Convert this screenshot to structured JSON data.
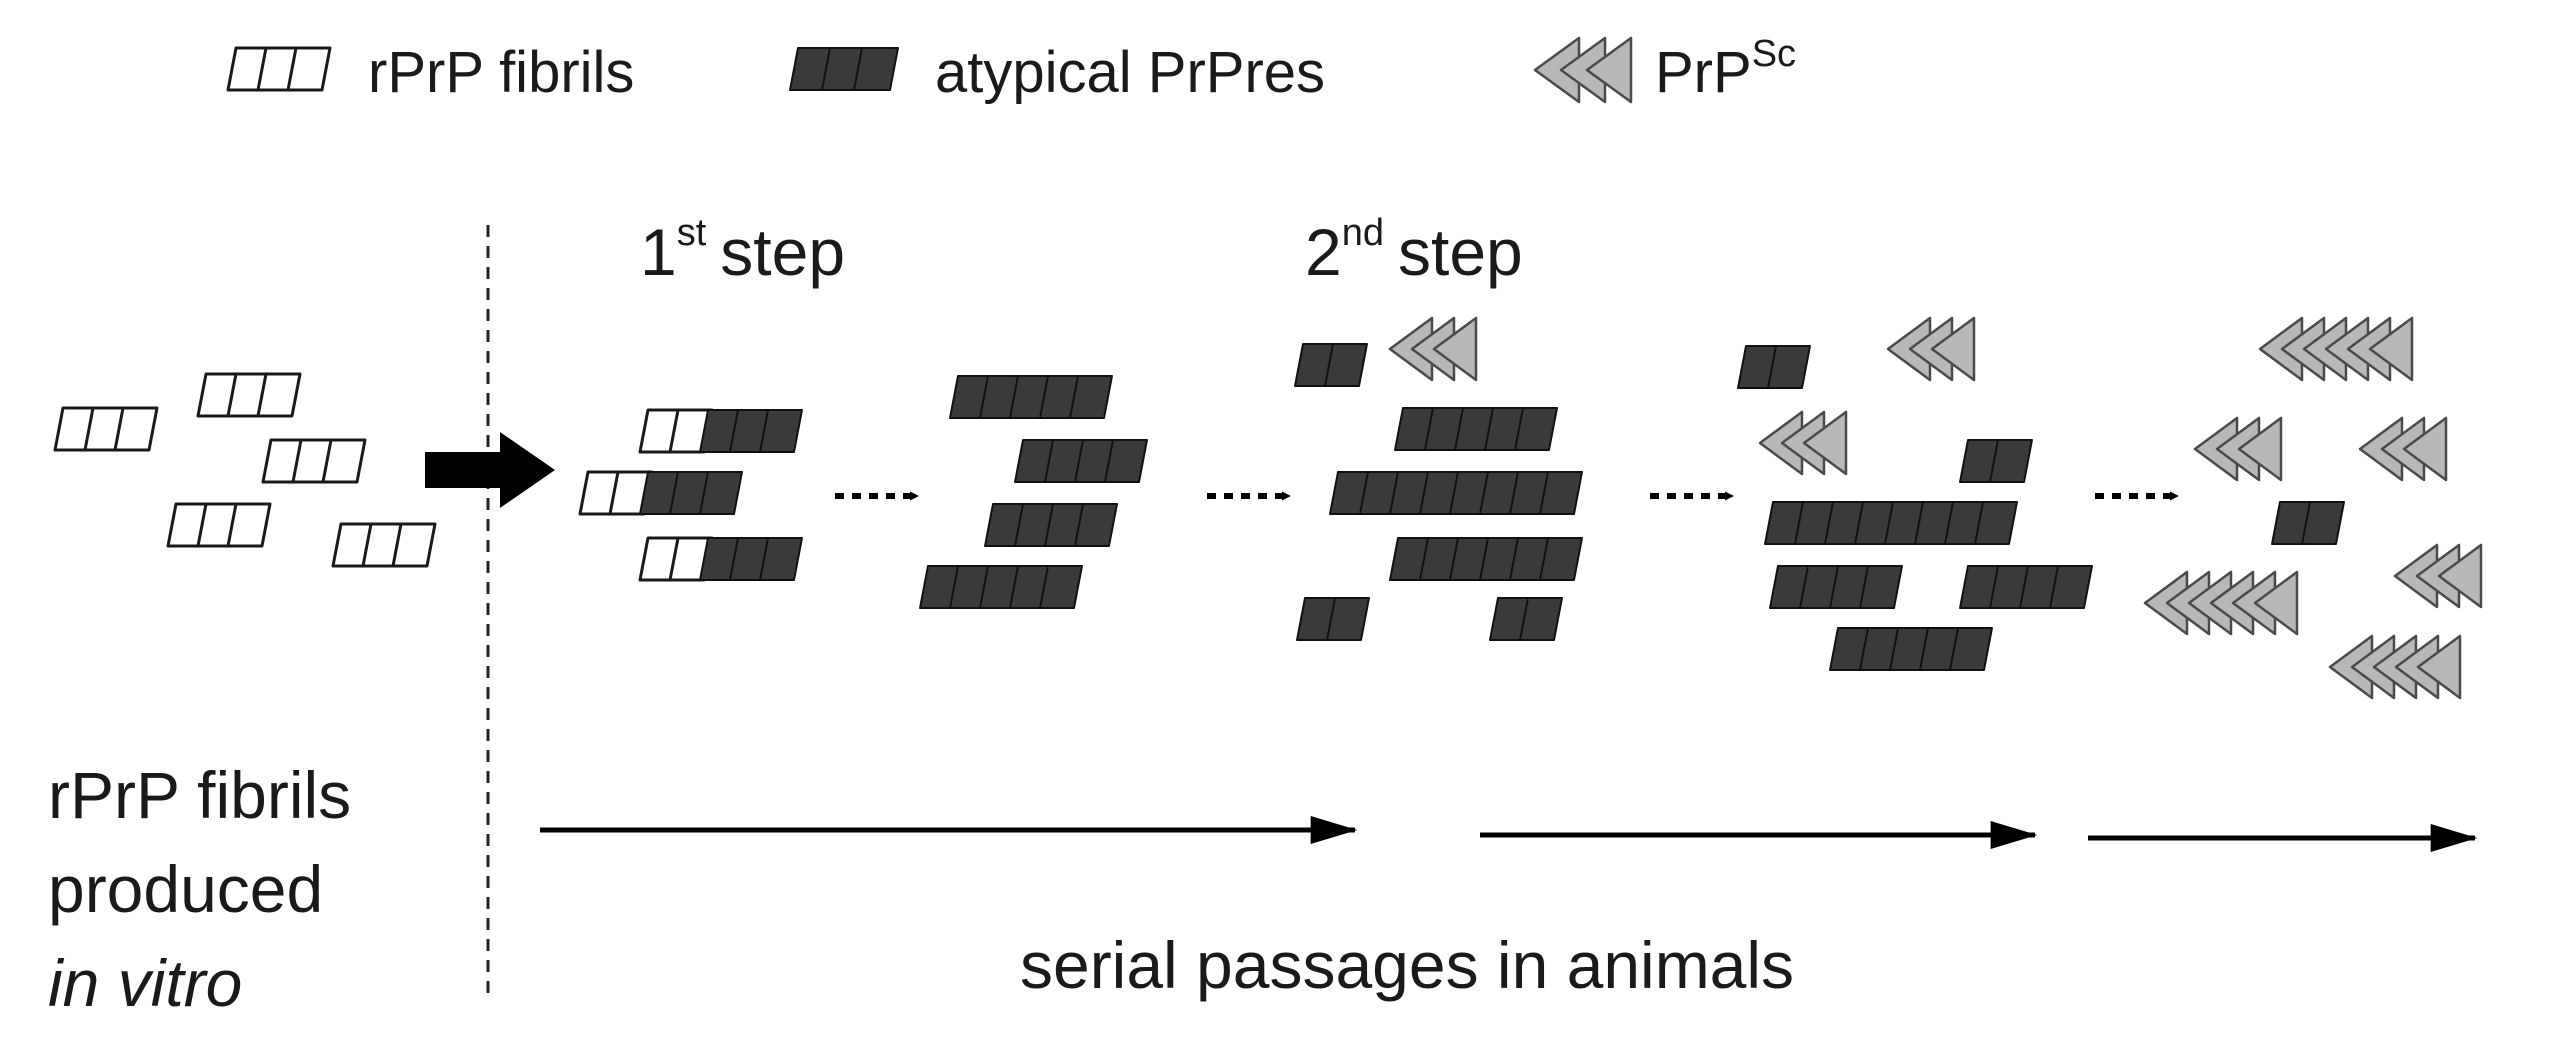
{
  "legend": {
    "rprp_fibrils": "rPrP fibrils",
    "atypical_prpres": "atypical PrPres",
    "prpsc_base": "PrP",
    "prpsc_sup": "Sc"
  },
  "steps": {
    "first_num": "1",
    "first_sup": "st",
    "first_word": "step",
    "second_num": "2",
    "second_sup": "nd",
    "second_word": "step"
  },
  "left_label": {
    "line1": "rPrP fibrils",
    "line2": "produced",
    "line3": "in vitro"
  },
  "bottom_label": "serial passages in animals",
  "colors": {
    "fibril_fill": "#ffffff",
    "fibril_stroke": "#1a1a1a",
    "prpres_fill": "#3a3a3a",
    "prpsc_fill": "#b8b8b8",
    "prpsc_stroke": "#4a4a4a",
    "arrow": "#000000"
  },
  "icons": [
    "rprp-fibril-icon",
    "atypical-prpres-icon",
    "prpsc-icon",
    "block-arrow-icon",
    "dotted-arrow-icon",
    "line-arrow-icon"
  ]
}
